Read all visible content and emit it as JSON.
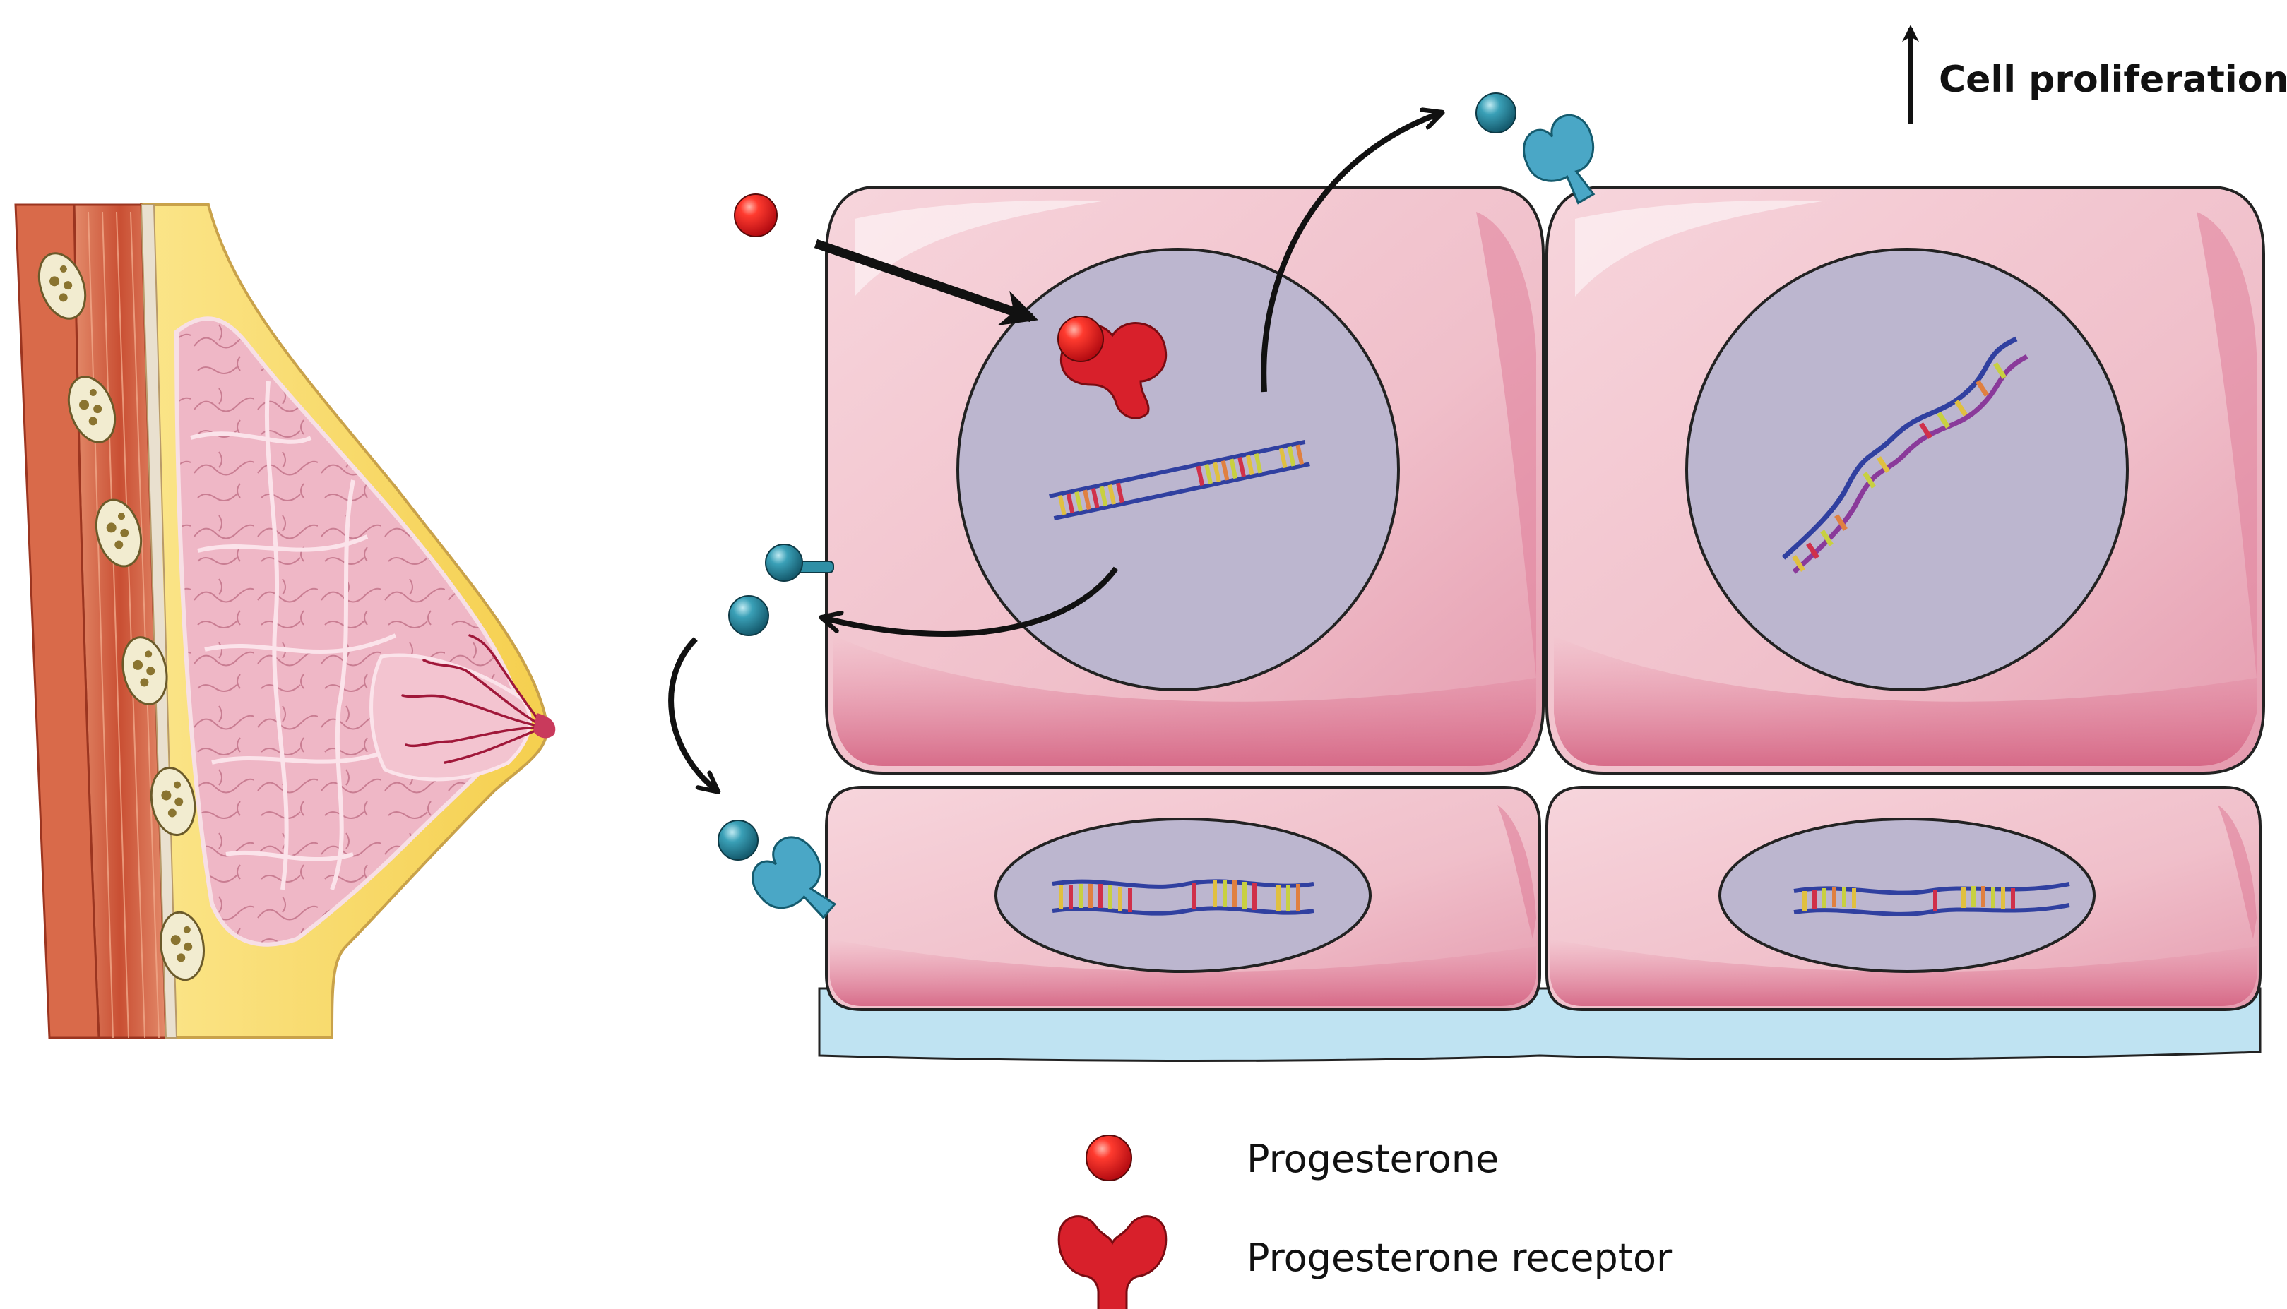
{
  "header": {
    "indicator_text": "Cell proliferation",
    "indicator_symbol": "up-arrow-icon"
  },
  "legend": {
    "items": [
      {
        "icon": "progesterone-ball-icon",
        "label": "Progesterone"
      },
      {
        "icon": "progesterone-receptor-icon",
        "label": "Progesterone receptor"
      }
    ]
  },
  "colors": {
    "progesterone": "#e0161c",
    "receptor": "#d8202b",
    "paracrine_ligand": "#2f8fa6",
    "paracrine_receptor": "#4aa7c6",
    "cell": "#f2c3cc",
    "cell_edge": "#d9708a",
    "nucleus": "#bcb6cf",
    "basement_membrane": "#bfe3f2",
    "fat": "#f7d96a",
    "muscle": "#cf5b3c",
    "lobule": "#efb5c4"
  }
}
